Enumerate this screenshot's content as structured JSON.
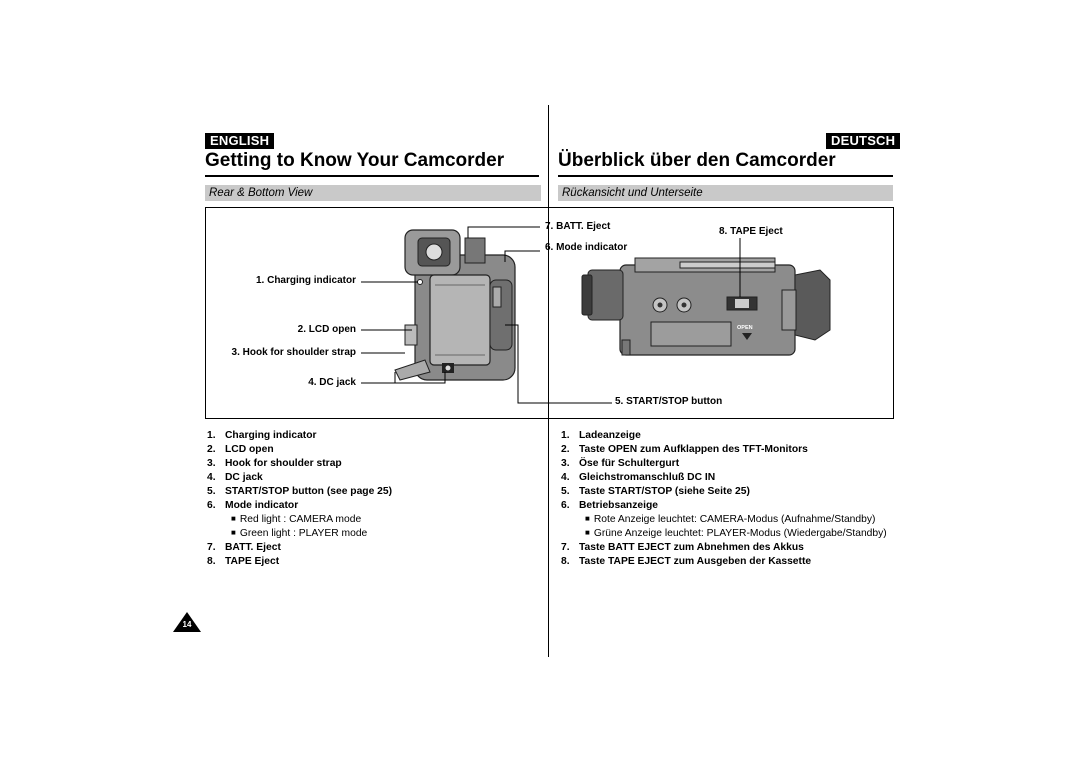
{
  "left": {
    "badge": "ENGLISH",
    "title": "Getting to Know Your Camcorder",
    "subheading": "Rear & Bottom View",
    "items": [
      {
        "num": "1.",
        "text": "Charging indicator"
      },
      {
        "num": "2.",
        "text": "LCD open"
      },
      {
        "num": "3.",
        "text": "Hook for shoulder strap"
      },
      {
        "num": "4.",
        "text": "DC jack"
      },
      {
        "num": "5.",
        "text": "START/STOP button (see page 25)"
      },
      {
        "num": "6.",
        "text": "Mode indicator"
      }
    ],
    "subitems": [
      "Red light : CAMERA mode",
      "Green light : PLAYER mode"
    ],
    "items2": [
      {
        "num": "7.",
        "text": "BATT. Eject"
      },
      {
        "num": "8.",
        "text": "TAPE Eject"
      }
    ]
  },
  "right": {
    "badge": "DEUTSCH",
    "title": "Überblick über den Camcorder",
    "subheading": "Rückansicht und Unterseite",
    "items": [
      {
        "num": "1.",
        "text": "Ladeanzeige"
      },
      {
        "num": "2.",
        "text": "Taste OPEN zum Aufklappen des TFT-Monitors"
      },
      {
        "num": "3.",
        "text": "Öse für Schultergurt"
      },
      {
        "num": "4.",
        "text": "Gleichstromanschluß DC IN"
      },
      {
        "num": "5.",
        "text": "Taste START/STOP (siehe Seite 25)"
      },
      {
        "num": "6.",
        "text": "Betriebsanzeige"
      }
    ],
    "subitems": [
      "Rote Anzeige leuchtet: CAMERA-Modus (Aufnahme/Standby)",
      "Grüne Anzeige leuchtet: PLAYER-Modus (Wiedergabe/Standby)"
    ],
    "items2": [
      {
        "num": "7.",
        "text": "Taste BATT EJECT zum Abnehmen des Akkus"
      },
      {
        "num": "8.",
        "text": "Taste TAPE EJECT zum Ausgeben der Kassette"
      }
    ]
  },
  "callouts": {
    "charging": "1. Charging indicator",
    "lcd": "2. LCD open",
    "hook": "3. Hook for shoulder strap",
    "dc": "4. DC jack",
    "startstop": "5. START/STOP button",
    "mode": "6. Mode indicator",
    "batt": "7. BATT. Eject",
    "tape": "8. TAPE Eject",
    "open_label": "OPEN"
  },
  "page_number": "14",
  "colors": {
    "subbar": "#c9c9c9",
    "badge": "#000000"
  }
}
